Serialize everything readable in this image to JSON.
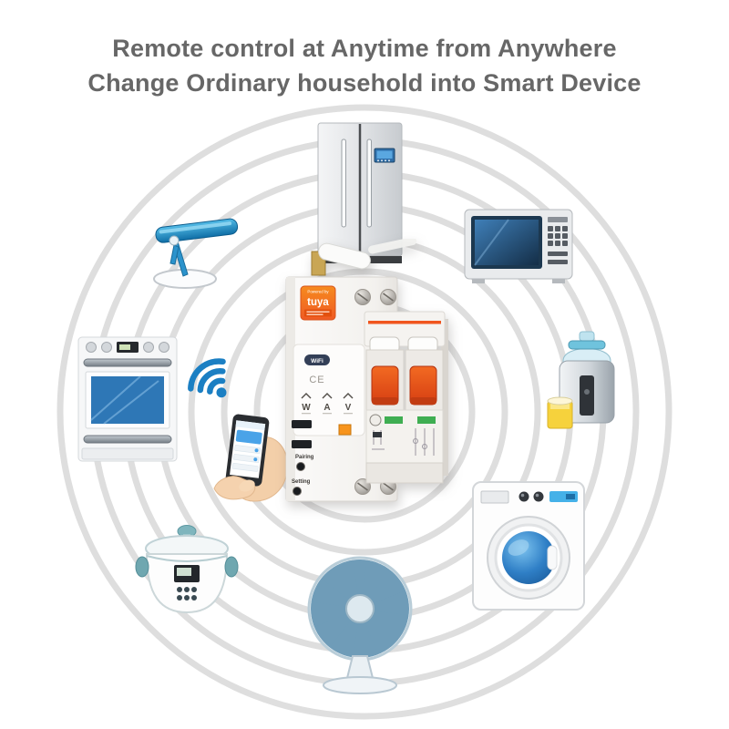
{
  "title": {
    "line1": "Remote control at Anytime from Anywhere",
    "line2": "Change Ordinary household into Smart Device"
  },
  "device": {
    "brand_prefix": "Powered by",
    "brand_name": "tuya",
    "wifi_badge": "WiFi",
    "certification": "CE",
    "meters": {
      "power": "W",
      "current": "A",
      "voltage": "V"
    },
    "pairing_label": "Pairing",
    "setting_label": "Setting"
  },
  "icon_names": [
    "refrigerator-icon",
    "desk-lamp-icon",
    "microwave-icon",
    "oven-icon",
    "juicer-icon",
    "wifi-icon",
    "smartphone-in-hands-icon",
    "slow-cooker-icon",
    "desk-fan-icon",
    "washing-machine-icon",
    "smart-circuit-breaker-device"
  ],
  "colors": {
    "title_text": "#676767",
    "ring_gray": "#d9d9d9",
    "wifi_blue": "#1b7fc3",
    "tuya_orange": "#f05a28",
    "breaker_switch_red": "#e8481e",
    "appliance_blue": "#3e8ec9",
    "green_label": "#3fae52"
  }
}
